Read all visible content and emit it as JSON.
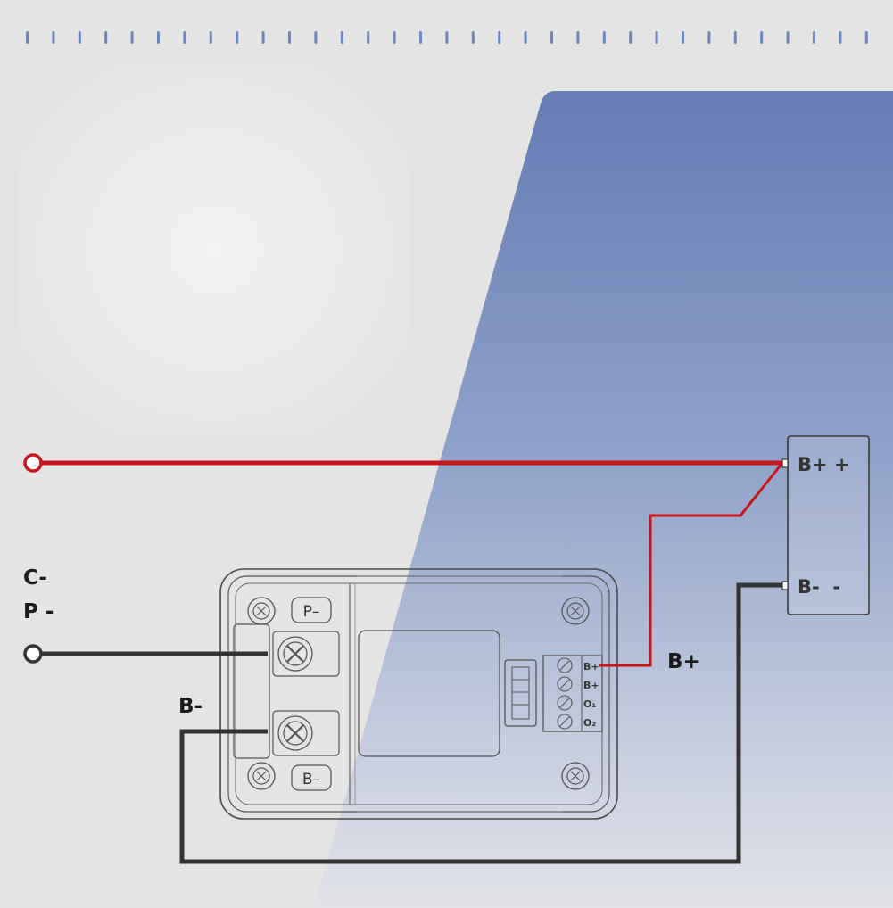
{
  "diagram": {
    "labels": {
      "c_minus": "C-",
      "p_minus": "P -",
      "b_minus": "B-",
      "b_plus": "B+"
    },
    "battery": {
      "positive_label": "B+ +",
      "negative_label": "B-  -"
    },
    "device": {
      "terminal_p": "P–",
      "terminal_b": "B–",
      "port_pins": [
        "B+",
        "B+",
        "O₁",
        "O₂"
      ]
    },
    "colors": {
      "positive_wire": "#c8151b",
      "negative_wire": "#333333",
      "accent_blue": "#647db5",
      "background": "#e4e4e4"
    }
  }
}
